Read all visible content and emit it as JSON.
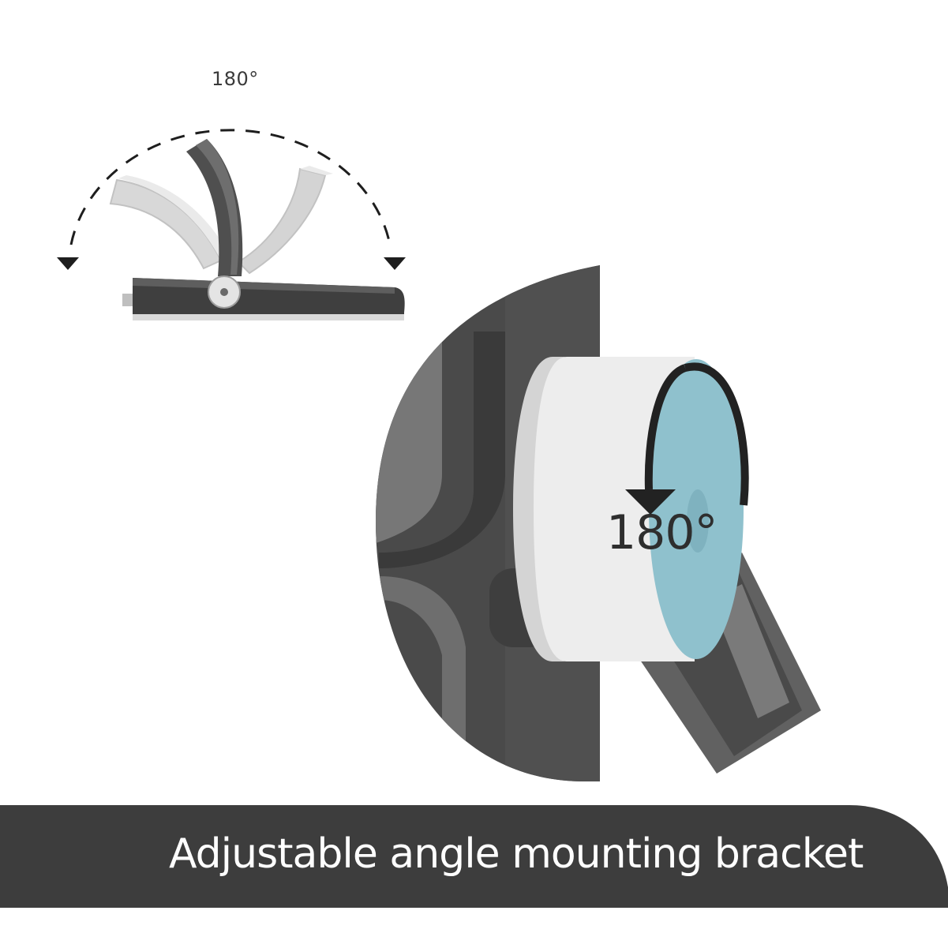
{
  "diagram": {
    "small_angle_label": "180°",
    "large_angle_label": "180°"
  },
  "banner": {
    "caption": "Adjustable angle mounting bracket"
  },
  "colors": {
    "background": "#ffffff",
    "banner": "#3d3d3d",
    "bracket_dark": "#5a5a5a",
    "bracket_ghost": "#c8c8c8",
    "cap_blue": "#8fc1cd",
    "hub_white": "#ececec",
    "arrow": "#222222"
  },
  "icons": [
    "rotation-arrow-icon",
    "down-arrow-icon"
  ]
}
